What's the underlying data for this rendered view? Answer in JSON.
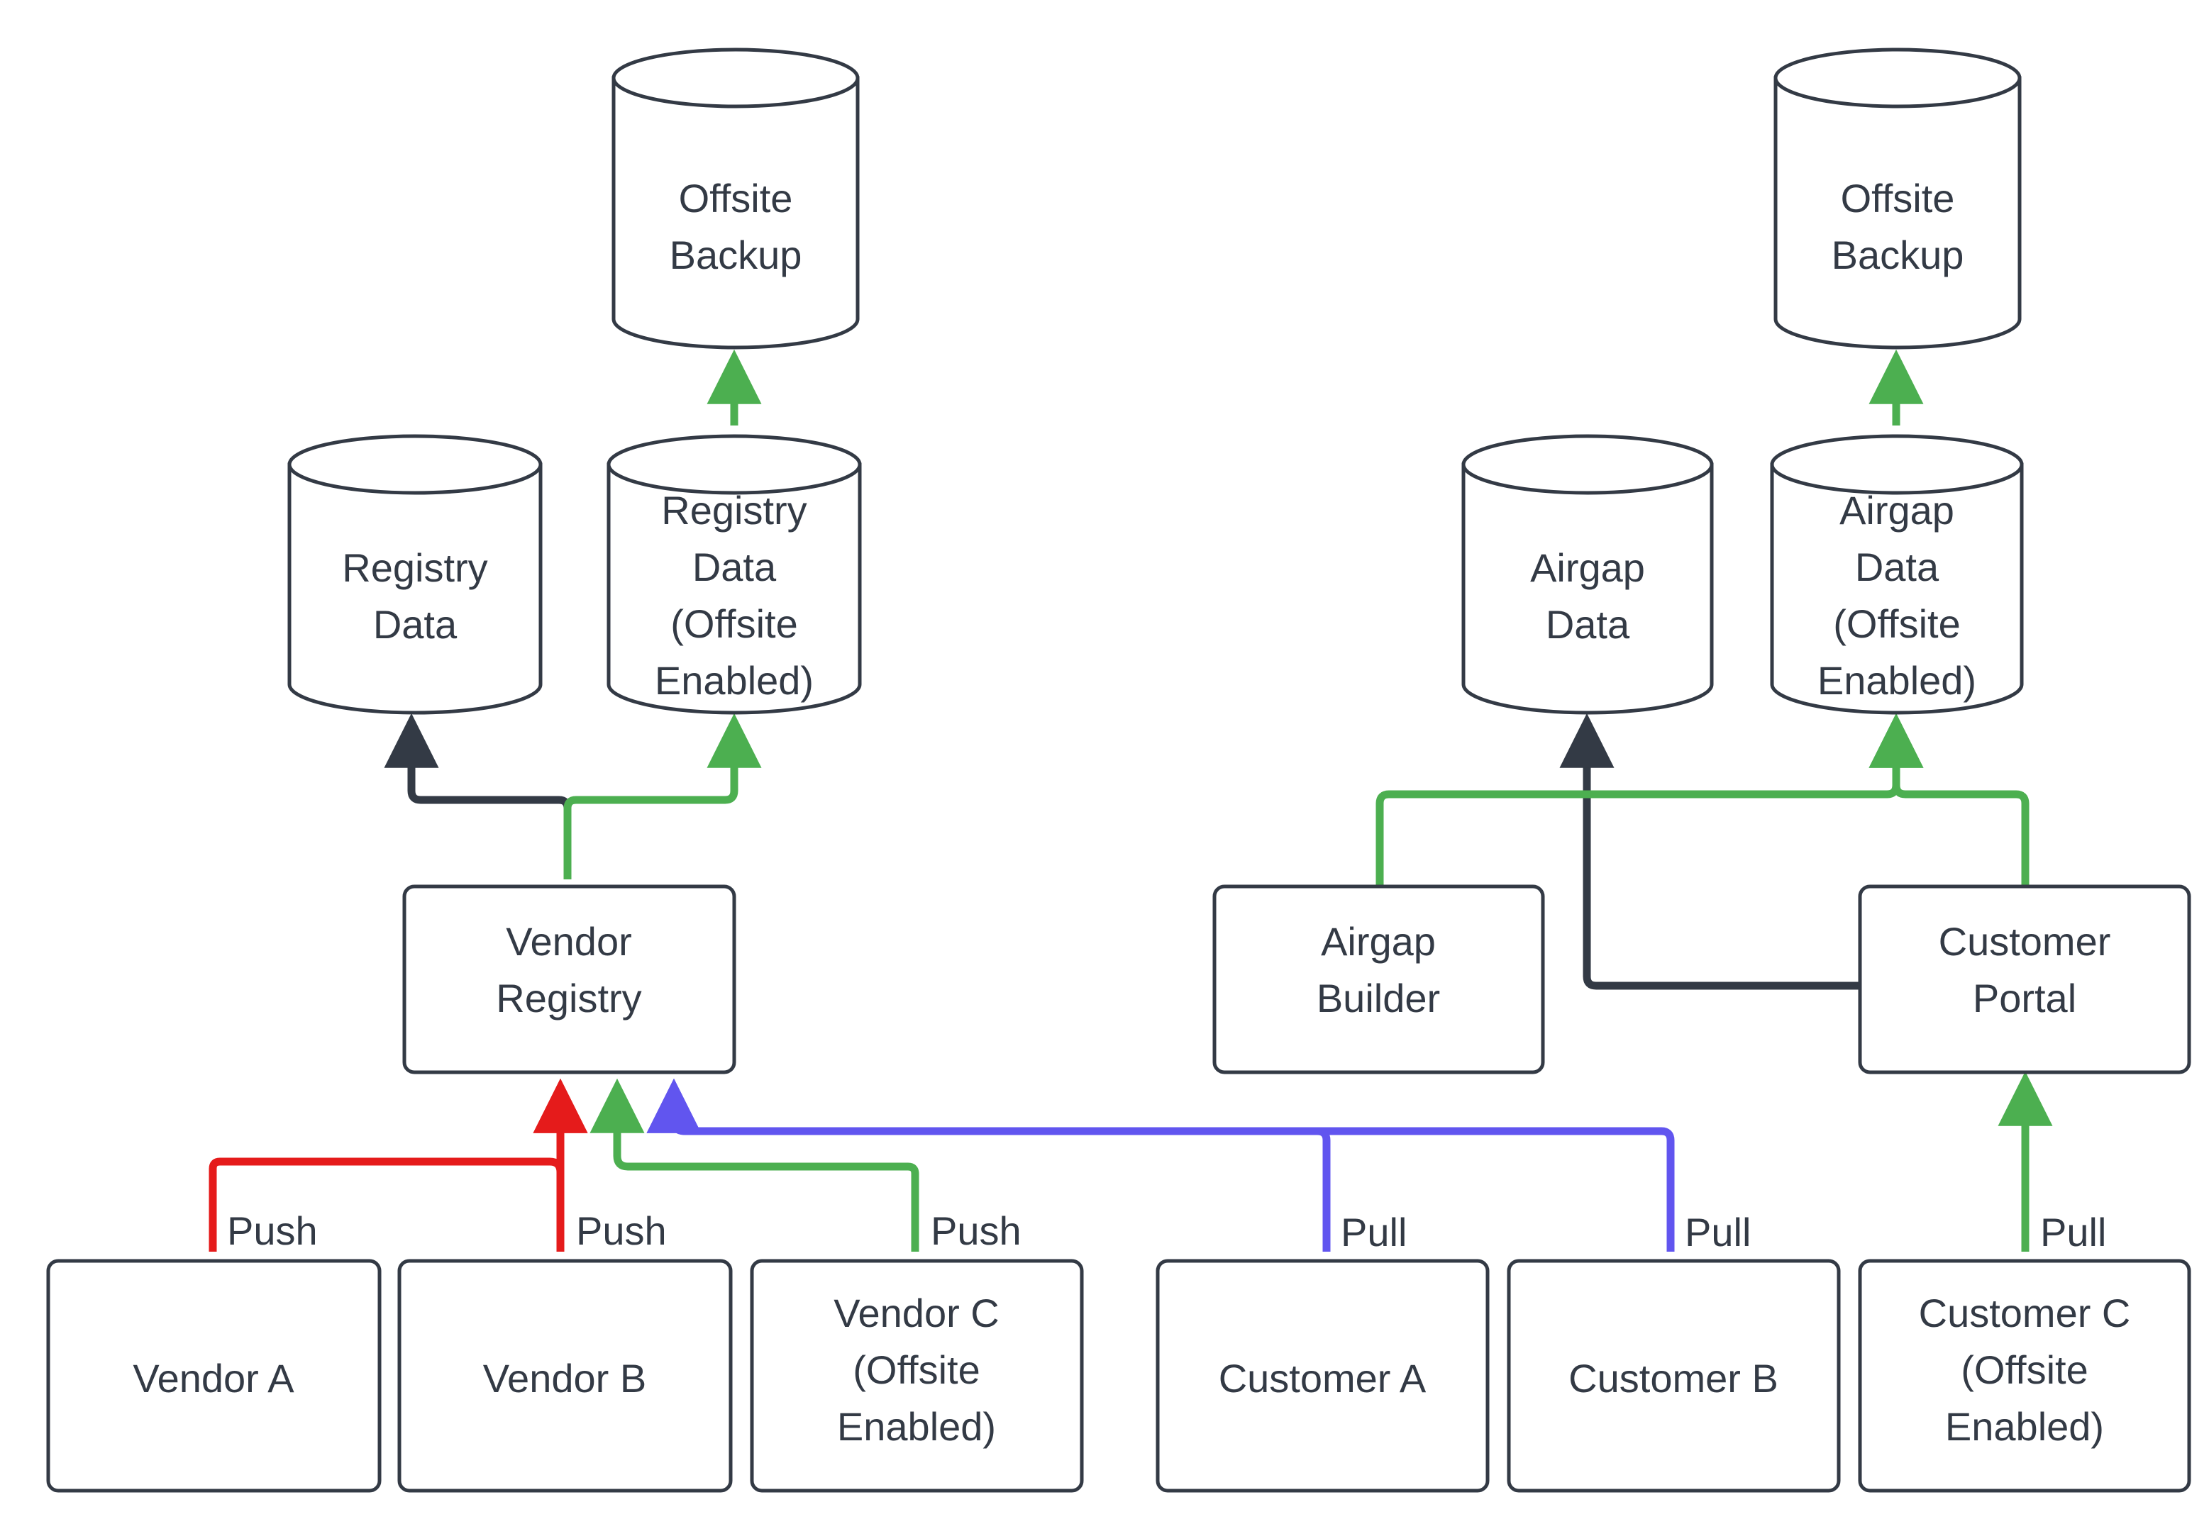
{
  "diagram": {
    "type": "flowchart",
    "title": "",
    "background_color": "#ffffff",
    "node_stroke_color": "#333a45",
    "node_fill_color": "#ffffff",
    "text_color": "#333a45",
    "edge_colors": {
      "default": "#333a45",
      "offsite": "#4caf50",
      "push": "#e51b1b",
      "pull": "#6155ef"
    }
  },
  "nodes": {
    "offsite_backup_left": {
      "label_lines": [
        "Offsite",
        "Backup"
      ],
      "shape": "cylinder"
    },
    "offsite_backup_right": {
      "label_lines": [
        "Offsite",
        "Backup"
      ],
      "shape": "cylinder"
    },
    "registry_data": {
      "label_lines": [
        "Registry",
        "Data"
      ],
      "shape": "cylinder"
    },
    "registry_data_offsite": {
      "label_lines": [
        "Registry",
        "Data",
        "(Offsite",
        "Enabled)"
      ],
      "shape": "cylinder"
    },
    "airgap_data": {
      "label_lines": [
        "Airgap",
        "Data"
      ],
      "shape": "cylinder"
    },
    "airgap_data_offsite": {
      "label_lines": [
        "Airgap",
        "Data",
        "(Offsite",
        "Enabled)"
      ],
      "shape": "cylinder"
    },
    "vendor_registry": {
      "label_lines": [
        "Vendor",
        "Registry"
      ],
      "shape": "rect"
    },
    "airgap_builder": {
      "label_lines": [
        "Airgap",
        "Builder"
      ],
      "shape": "rect"
    },
    "customer_portal": {
      "label_lines": [
        "Customer",
        "Portal"
      ],
      "shape": "rect"
    },
    "vendor_a": {
      "label_lines": [
        "Vendor A"
      ],
      "shape": "rect"
    },
    "vendor_b": {
      "label_lines": [
        "Vendor B"
      ],
      "shape": "rect"
    },
    "vendor_c": {
      "label_lines": [
        "Vendor C",
        "(Offsite",
        "Enabled)"
      ],
      "shape": "rect"
    },
    "customer_a": {
      "label_lines": [
        "Customer A"
      ],
      "shape": "rect"
    },
    "customer_b": {
      "label_lines": [
        "Customer B"
      ],
      "shape": "rect"
    },
    "customer_c": {
      "label_lines": [
        "Customer C",
        "(Offsite",
        "Enabled)"
      ],
      "shape": "rect"
    }
  },
  "edge_labels": {
    "vendor_a_push": "Push",
    "vendor_b_push": "Push",
    "vendor_c_push": "Push",
    "customer_a_pull": "Pull",
    "customer_b_pull": "Pull",
    "customer_c_pull": "Pull"
  },
  "edges": [
    {
      "from": "registry_data_offsite",
      "to": "offsite_backup_left",
      "color": "#4caf50",
      "label": ""
    },
    {
      "from": "airgap_data_offsite",
      "to": "offsite_backup_right",
      "color": "#4caf50",
      "label": ""
    },
    {
      "from": "vendor_registry",
      "to": "registry_data",
      "color": "#333a45",
      "label": ""
    },
    {
      "from": "vendor_registry",
      "to": "registry_data_offsite",
      "color": "#4caf50",
      "label": ""
    },
    {
      "from": "customer_portal",
      "to": "airgap_data",
      "color": "#333a45",
      "label": ""
    },
    {
      "from": "airgap_builder",
      "to": "airgap_data_offsite",
      "color": "#4caf50",
      "label": ""
    },
    {
      "from": "customer_portal",
      "to": "airgap_data_offsite",
      "color": "#4caf50",
      "label": ""
    },
    {
      "from": "vendor_a",
      "to": "vendor_registry",
      "color": "#e51b1b",
      "label": "Push"
    },
    {
      "from": "vendor_b",
      "to": "vendor_registry",
      "color": "#e51b1b",
      "label": "Push"
    },
    {
      "from": "vendor_c",
      "to": "vendor_registry",
      "color": "#4caf50",
      "label": "Push"
    },
    {
      "from": "customer_a",
      "to": "vendor_registry",
      "color": "#6155ef",
      "label": "Pull"
    },
    {
      "from": "customer_b",
      "to": "vendor_registry",
      "color": "#6155ef",
      "label": "Pull"
    },
    {
      "from": "customer_c",
      "to": "customer_portal",
      "color": "#4caf50",
      "label": "Pull"
    }
  ]
}
